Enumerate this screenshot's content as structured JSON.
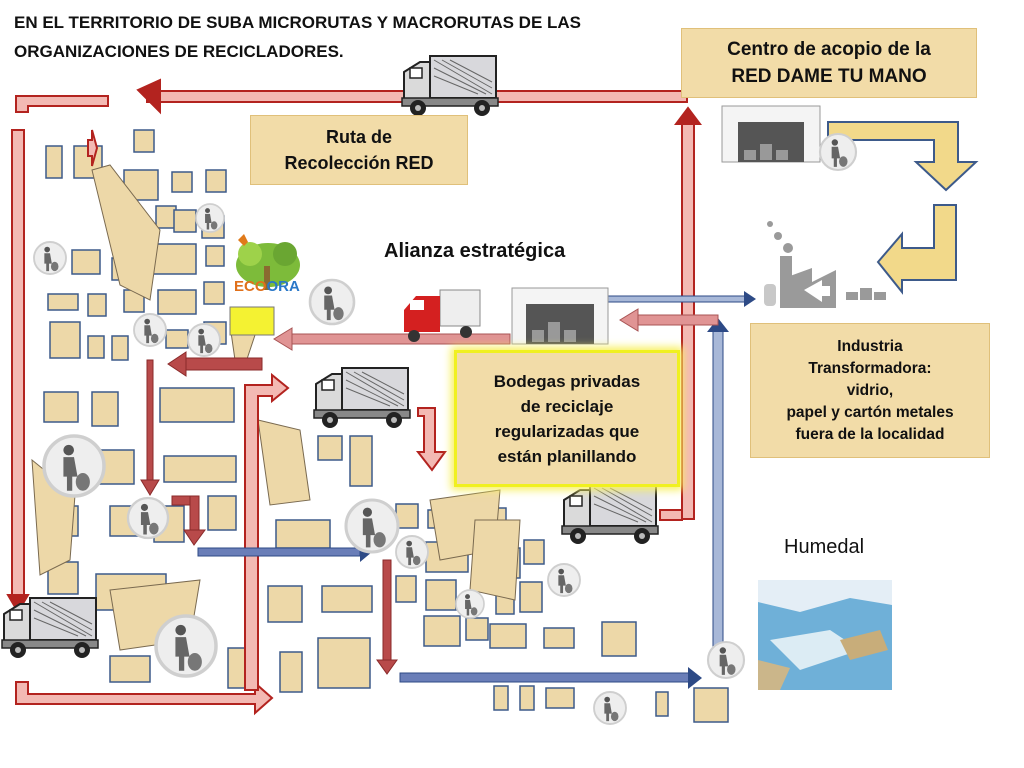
{
  "title": "EN EL TERRITORIO DE SUBA MICRORUTAS Y MACRORUTAS DE LAS ORGANIZACIONES DE RECICLADORES.",
  "boxes": {
    "centro_acopio": [
      "Centro de acopio de la",
      "RED DAME TU MANO"
    ],
    "ruta": [
      "Ruta de",
      "Recolección RED"
    ],
    "industria": [
      "Industria",
      "Transformadora:",
      "vidrio,",
      "papel y cartón metales",
      "fuera de la localidad"
    ],
    "bodegas": [
      "Bodegas privadas",
      "de reciclaje",
      "regularizadas que",
      "están planillando"
    ]
  },
  "labels": {
    "alianza": "Alianza estratégica",
    "humedal": "Humedal",
    "logo_left": "ECO",
    "logo_right": "ORA"
  },
  "colors": {
    "route_red": "#b3231f",
    "route_fill": "#f3b9b3",
    "route_blue": "#2d4a86",
    "route_blue_light": "#a8b8d8",
    "box_bg": "#f2dca8",
    "block_fill": "#edd8a8",
    "block_border": "#3d5a8a",
    "arrow_gold": "#f2d98a",
    "bodegas_glow": "#f0f020",
    "truck_red": "#d42020"
  },
  "icons": [
    "truck-icon",
    "recycler-person-icon",
    "tree-icon",
    "factory-icon",
    "warehouse-icon",
    "wetland-image",
    "butterfly-icon"
  ]
}
